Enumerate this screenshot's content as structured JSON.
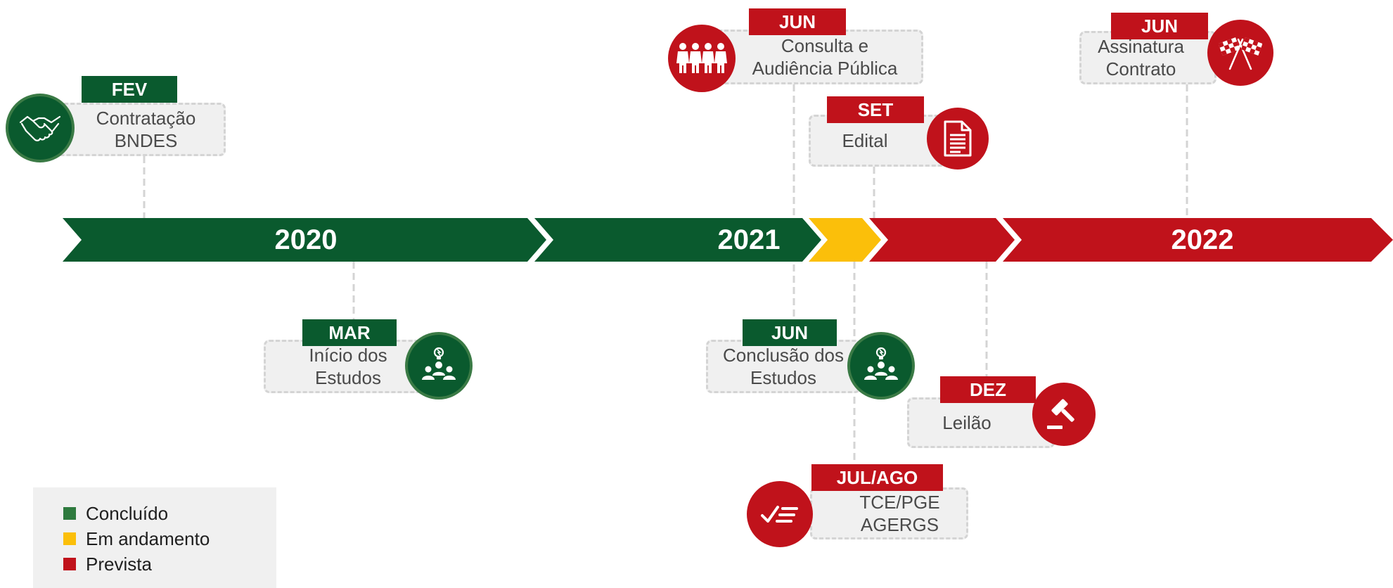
{
  "years": [
    "2020",
    "2021",
    "2022"
  ],
  "milestones": [
    {
      "month": "FEV",
      "lines": [
        "Contratação",
        "BNDES"
      ],
      "status": "concluido",
      "icon": "handshake-icon"
    },
    {
      "month": "MAR",
      "lines": [
        "Início dos",
        "Estudos"
      ],
      "status": "concluido",
      "icon": "team-idea-icon"
    },
    {
      "month": "JUN",
      "lines": [
        "Consulta e",
        "Audiência Pública"
      ],
      "status": "prevista",
      "icon": "people-group-icon"
    },
    {
      "month": "JUN",
      "lines": [
        "Conclusão dos",
        "Estudos"
      ],
      "status": "concluido",
      "icon": "team-idea-icon"
    },
    {
      "month": "SET",
      "lines": [
        "Edital"
      ],
      "status": "prevista",
      "icon": "document-icon"
    },
    {
      "month": "JUL/AGO",
      "lines": [
        "TCE/PGE",
        "AGERGS"
      ],
      "status": "prevista",
      "icon": "checklist-icon"
    },
    {
      "month": "DEZ",
      "lines": [
        "Leilão"
      ],
      "status": "prevista",
      "icon": "gavel-icon"
    },
    {
      "month": "JUN",
      "lines": [
        "Assinatura",
        "Contrato"
      ],
      "status": "prevista",
      "icon": "checkered-flags-icon"
    }
  ],
  "legend": [
    {
      "label": "Concluído",
      "color": "#0a5a2e"
    },
    {
      "label": "Em andamento",
      "color": "#fbbf0a"
    },
    {
      "label": "Prevista",
      "color": "#c0121b"
    }
  ],
  "colors": {
    "green": "#0a5a2e",
    "yellow": "#fbbf0a",
    "red": "#c0121b"
  }
}
